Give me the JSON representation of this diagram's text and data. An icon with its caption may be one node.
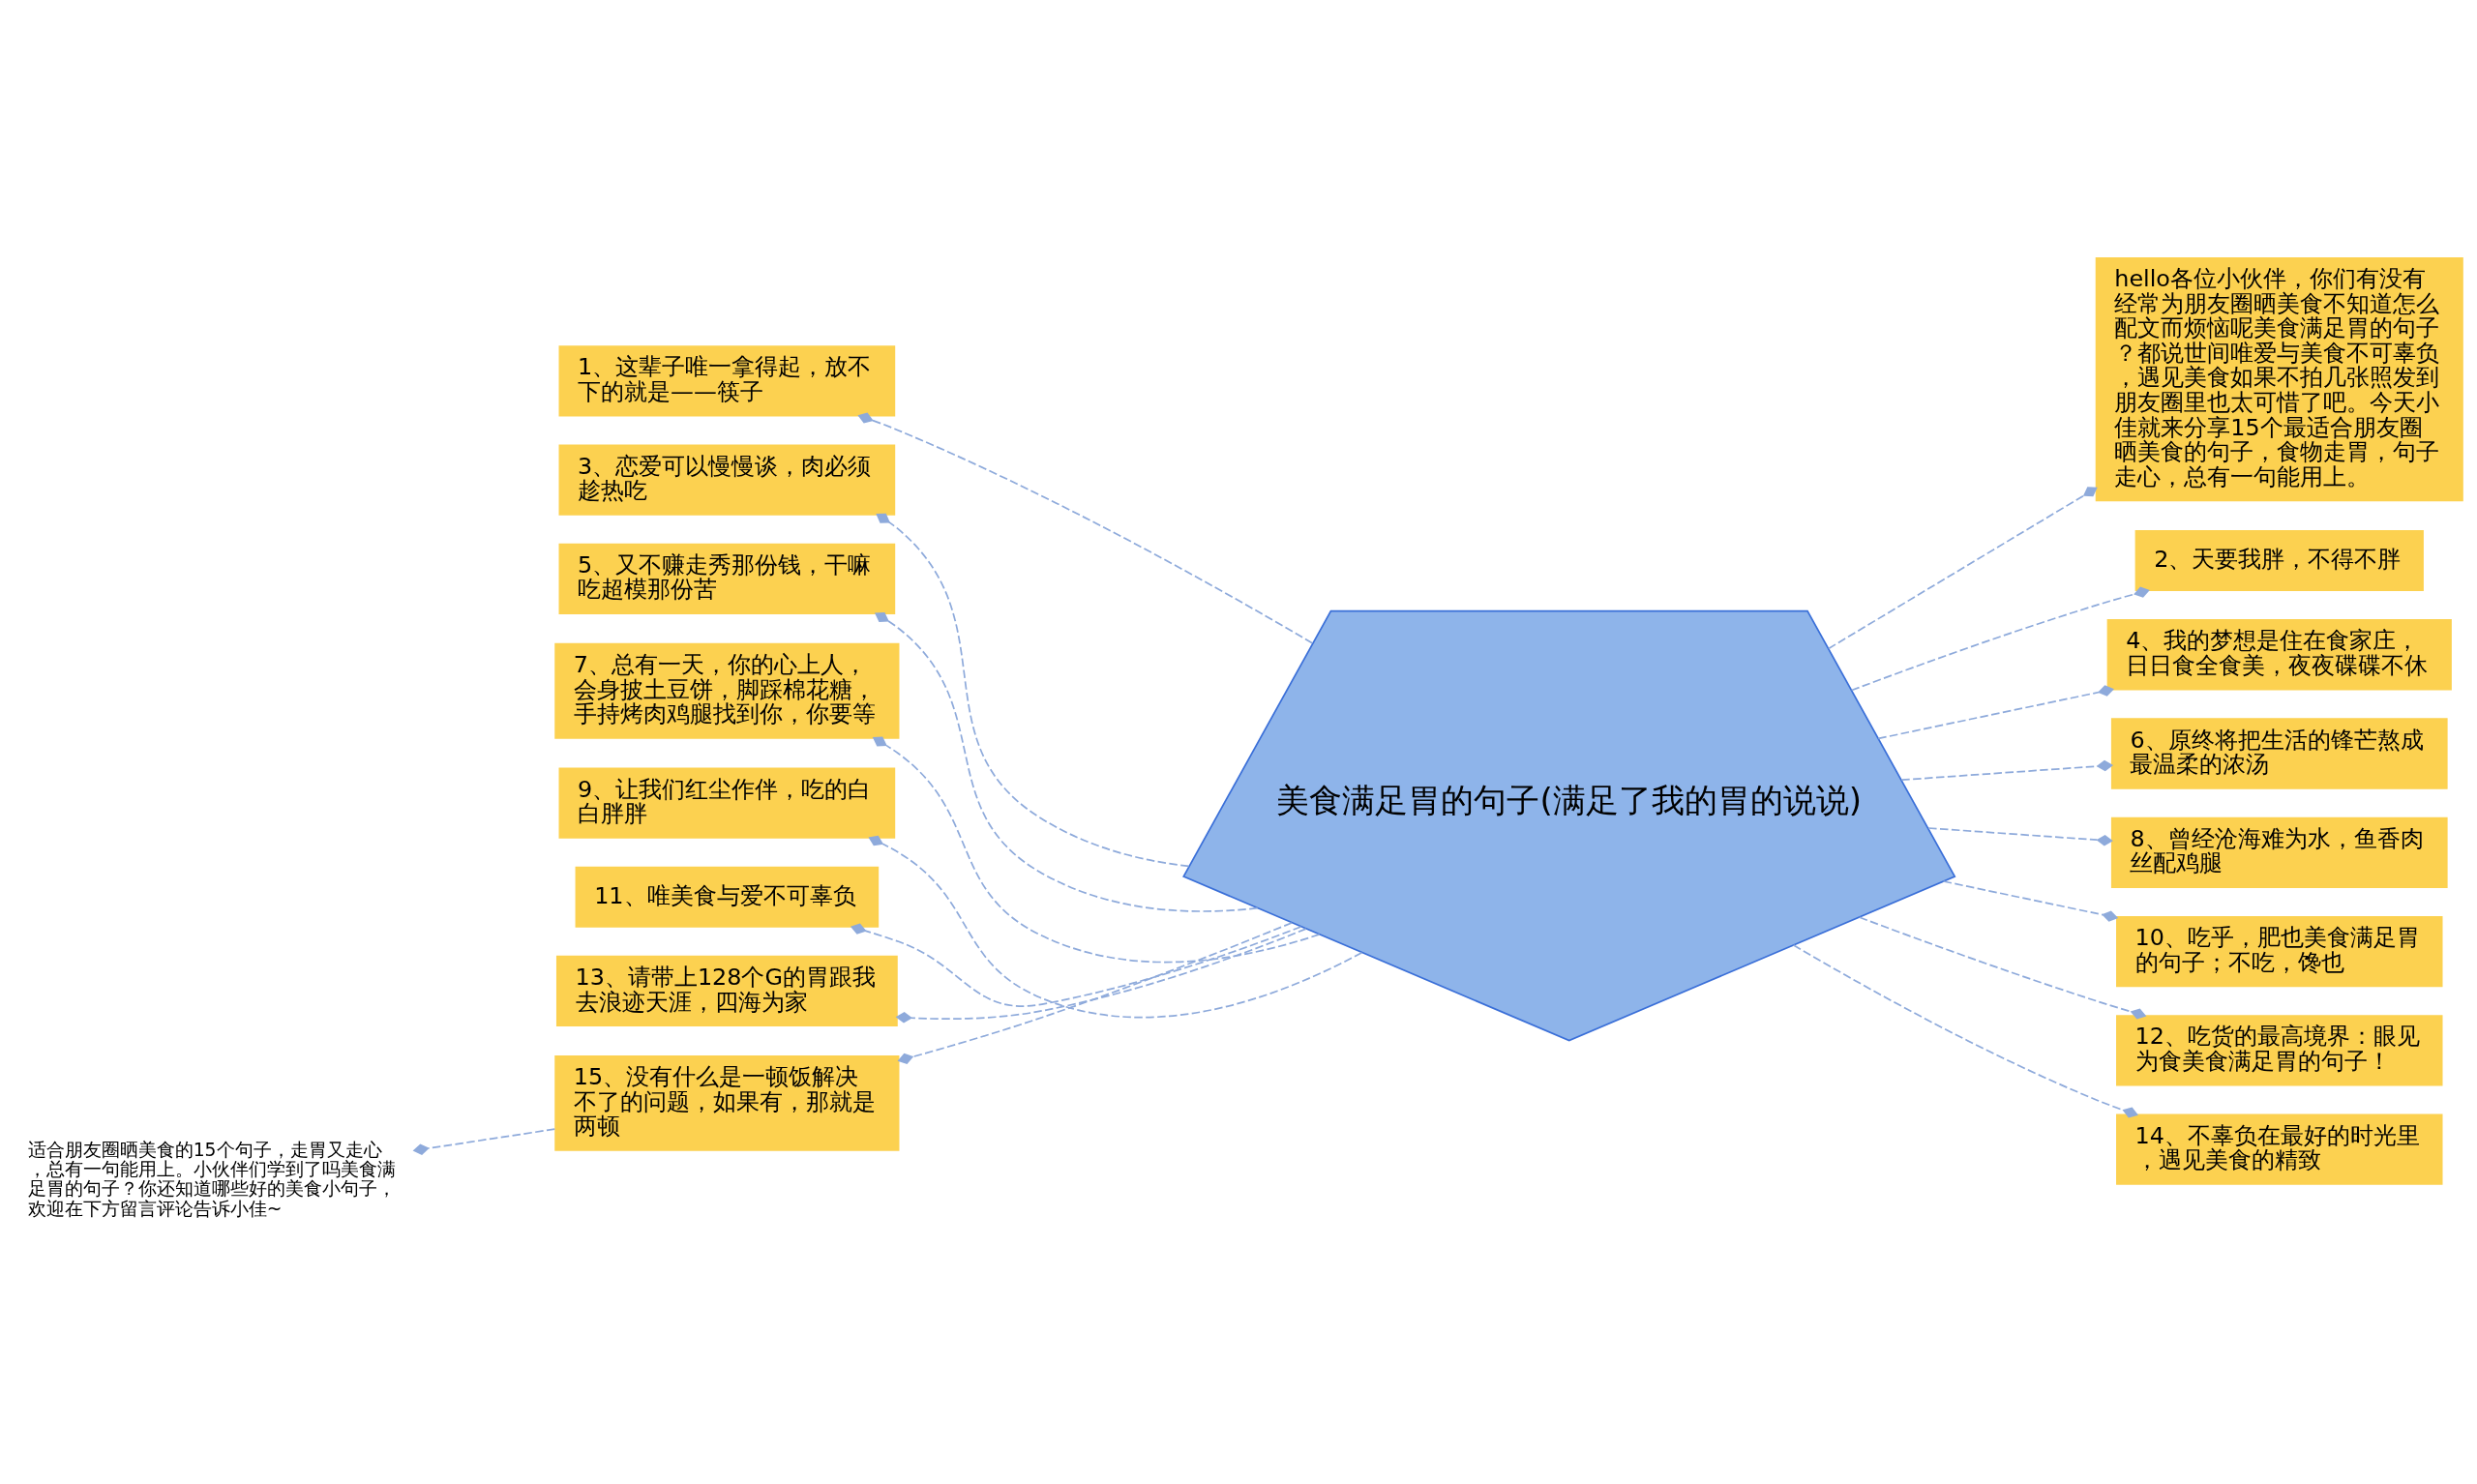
{
  "diagram": {
    "nodes": [
      {
        "text": [
          "美食满足胃的句子(满足了我的胃的说说)"
        ]
      },
      {
        "text": [
          "hello各位小伙伴，你们有没有经常为朋友圈晒美食不知道怎么配文而烦恼呢美食满足胃的句子？都说世间唯爱与美食不可辜负，遇见美食如果不拍几张照发到朋友圈里也太可惜了吧。今天小佳就来分享15个最适合朋友圈晒美食的句子，食物走胃，句子走心，总有一句能用上。"
        ]
      },
      {
        "text": [
          "1、这辈子唯一拿得起，放不下的就是——筷子"
        ]
      },
      {
        "text": [
          "2、天要我胖，不得不胖"
        ]
      },
      {
        "text": [
          "3、恋爱可以慢慢谈，肉必须趁热吃"
        ]
      },
      {
        "text": [
          "4、我的梦想是住在食家庄，日日食全食美，夜夜碟碟不休"
        ]
      },
      {
        "text": [
          "5、又不赚走秀那份钱，干嘛吃超模那份苦"
        ]
      },
      {
        "text": [
          "6、原终将把生活的锋芒熬成最温柔的浓汤"
        ]
      },
      {
        "text": [
          "7、总有一天，你的心上人，会身披土豆饼，脚踩棉花糖，手持烤肉鸡腿找到你，你要等"
        ]
      },
      {
        "text": [
          "8、曾经沧海难为水，鱼香肉丝配鸡腿"
        ]
      },
      {
        "text": [
          "9、让我们红尘作伴，吃的白白胖胖"
        ]
      },
      {
        "text": [
          "10、吃乎，肥也美食满足胃的句子；不吃，馋也"
        ]
      },
      {
        "text": [
          "11、唯美食与爱不可辜负"
        ]
      },
      {
        "text": [
          "12、吃货的最高境界：眼见为食美食满足胃的句子！"
        ]
      },
      {
        "text": [
          "13、请带上128个G的胃跟我去浪迹天涯，四海为家"
        ]
      },
      {
        "text": [
          "14、不辜负在最好的时光里，遇见美食的精致"
        ]
      },
      {
        "text": [
          "15、没有什么是一顿饭解决不了的问题，如果有，那就是两顿"
        ]
      },
      {
        "text": [
          "适合朋友圈晒美食的15个句子，走胃又走心，总有一句能用上。小伙伴们学到了吗美食满足胃的句子？你还知道哪些好的美食小句子，欢迎在下方留言评论告诉小佳~"
        ]
      }
    ],
    "edges": [
      {
        "from": 0,
        "to": 1,
        "arrow": "other",
        "style": "dashed"
      },
      {
        "from": 0,
        "to": 2,
        "arrow": "other",
        "style": "dashed"
      },
      {
        "from": 0,
        "to": 3,
        "arrow": "other",
        "style": "dashed"
      },
      {
        "from": 0,
        "to": 4,
        "arrow": "other",
        "style": "dashed"
      },
      {
        "from": 0,
        "to": 5,
        "arrow": "other",
        "style": "dashed"
      },
      {
        "from": 0,
        "to": 6,
        "arrow": "other",
        "style": "dashed"
      },
      {
        "from": 0,
        "to": 7,
        "arrow": "other",
        "style": "dashed"
      },
      {
        "from": 0,
        "to": 8,
        "arrow": "other",
        "style": "dashed"
      },
      {
        "from": 0,
        "to": 9,
        "arrow": "other",
        "style": "dashed"
      },
      {
        "from": 0,
        "to": 10,
        "arrow": "other",
        "style": "dashed"
      },
      {
        "from": 0,
        "to": 11,
        "arrow": "other",
        "style": "dashed"
      },
      {
        "from": 0,
        "to": 12,
        "arrow": "other",
        "style": "dashed"
      },
      {
        "from": 0,
        "to": 13,
        "arrow": "other",
        "style": "dashed"
      },
      {
        "from": 0,
        "to": 14,
        "arrow": "other",
        "style": "dashed"
      },
      {
        "from": 0,
        "to": 15,
        "arrow": "other",
        "style": "dashed"
      },
      {
        "from": 0,
        "to": 16,
        "arrow": "other",
        "style": "dashed"
      },
      {
        "from": 16,
        "to": 17,
        "arrow": "other",
        "style": "dashed"
      }
    ]
  }
}
